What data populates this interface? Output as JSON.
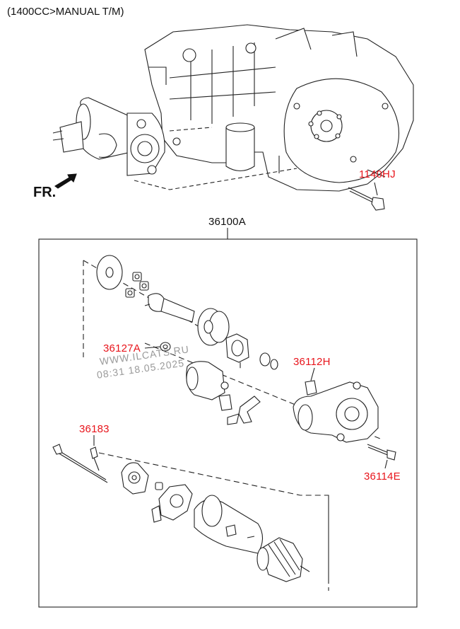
{
  "header": {
    "note": "(1400CC>MANUAL T/M)"
  },
  "direction_label": "FR.",
  "colors": {
    "callout": "#e8141b",
    "line": "#222222",
    "watermark": "#9a9a9a"
  },
  "assembly": {
    "code": "36100A"
  },
  "callouts": {
    "bolt_1140": "1140HJ",
    "part_36127": "36127A",
    "part_36112": "36112H",
    "part_36183": "36183",
    "part_36114": "36114E"
  },
  "watermark": {
    "line1": "WWW.ILCATS.RU",
    "line2": "08:31 18.05.2025"
  }
}
